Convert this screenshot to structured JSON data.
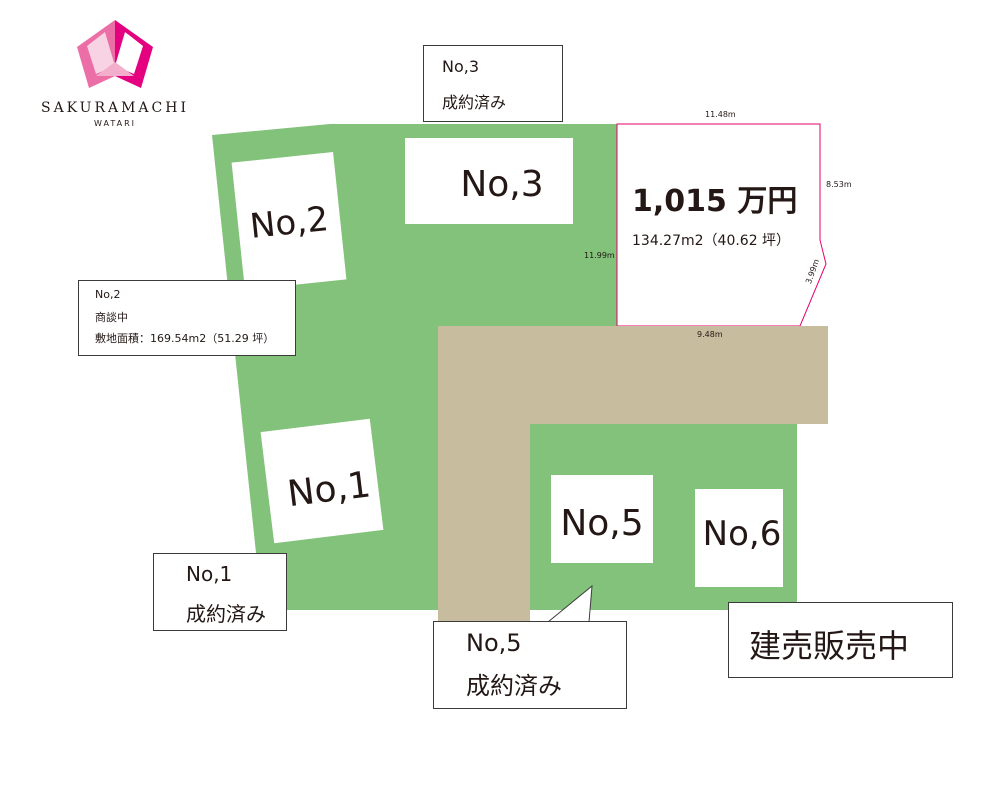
{
  "brand": {
    "name": "SAKURAMACHI",
    "sub": "WATARI",
    "colors": [
      "#e4007f",
      "#ec6ea6",
      "#f3aecb",
      "#f8d3e3"
    ]
  },
  "colors": {
    "lot_green": "#82c27a",
    "road": "#c8bc9e",
    "highlight_border": "#e4006f",
    "box_border": "#3b3b3b"
  },
  "lots": {
    "no1": "No,1",
    "no2": "No,2",
    "no3": "No,3",
    "no5": "No,5",
    "no6": "No,6"
  },
  "featured_lot": {
    "price": "1,015 万円",
    "area": "134.27m2（40.62 坪）",
    "dimensions": {
      "top": "11.48m",
      "right_upper": "8.53m",
      "right_lower": "3.99m",
      "bottom": "9.48m",
      "left": "11.99m"
    }
  },
  "callouts": {
    "no3": {
      "line1": "No,3",
      "line2": "成約済み"
    },
    "no2": {
      "line1": "No,2",
      "line2": "商談中",
      "line3": "敷地面積：169.54m2（51.29 坪）"
    },
    "no1": {
      "line1": "No,1",
      "line2": "成約済み"
    },
    "no5": {
      "line1": "No,5",
      "line2": "成約済み"
    },
    "for_sale": {
      "text": "建売販売中"
    }
  }
}
